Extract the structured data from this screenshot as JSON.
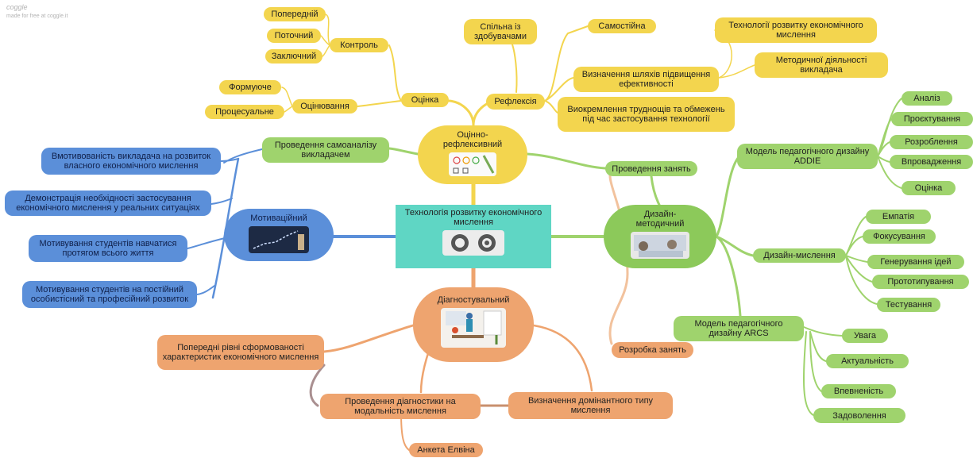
{
  "watermark": {
    "logo": "coggle",
    "note": "made for free at coggle.it"
  },
  "colors": {
    "yellow": "#f3d54e",
    "green": "#9fd36d",
    "blue": "#5b8fd9",
    "orange": "#eea46f",
    "teal": "#5fd6c4"
  },
  "center": {
    "title": "Технологія розвитку економічного мислення"
  },
  "hubs": {
    "evaluative": "Оцінно-рефлексивний",
    "motivational": "Мотиваційний",
    "design": "Дизайн-методичний",
    "diagnostic": "Діагностувальний"
  },
  "yellow": {
    "previous": "Попередній",
    "current": "Поточний",
    "final": "Заключний",
    "control": "Контроль",
    "formative": "Формуюче",
    "procedural": "Процесуальне",
    "assessing": "Оцінювання",
    "assessment": "Оцінка",
    "joint": "Спільна із здобувачами",
    "reflection": "Рефлексія",
    "independent": "Самостійна",
    "tech_dev": "Технології розвитку економічного мислення",
    "method_activity": "Методичної діяльності викладача",
    "ways": "Визначення шляхів підвищення ефективності",
    "difficulties": "Виокремлення труднощів та обмежень під час застосування технології"
  },
  "green": {
    "self_analysis": "Проведення самоаналізу викладачем",
    "classes": "Проведення занять",
    "addie": "Модель педагогічного дизайну ADDIE",
    "analysis": "Аналіз",
    "projecting": "Проєктування",
    "development": "Розроблення",
    "implementation": "Впровадження",
    "evaluation": "Оцінка",
    "design_thinking": "Дизайн-мислення",
    "empathy": "Емпатія",
    "focusing": "Фокусування",
    "ideas": "Генерування ідей",
    "prototyping": "Прототипування",
    "testing": "Тестування",
    "arcs": "Модель педагогічного дизайну ARCS",
    "attention": "Увага",
    "relevance": "Актуальність",
    "confidence": "Впевненість",
    "satisfaction": "Задоволення"
  },
  "blue": {
    "motivation": "Вмотивованість викладача на розвиток власного економічного мислення",
    "demonstration": "Демонстрація необхідності застосування економічного мислення у реальних ситуаціях",
    "lifelong": "Мотивування студентів навчатися протягом всього життя",
    "constant": "Мотивування студентів на постійний особистісний та професійний розвиток"
  },
  "orange": {
    "prior_levels": "Попередні рівні сформованості характеристик економічного мислення",
    "modality": "Проведення діагностики на модальність мислення",
    "dominant": "Визначення домінантного типу мислення",
    "elvin": "Анкета Елвіна",
    "lesson_dev": "Розробка занять"
  }
}
